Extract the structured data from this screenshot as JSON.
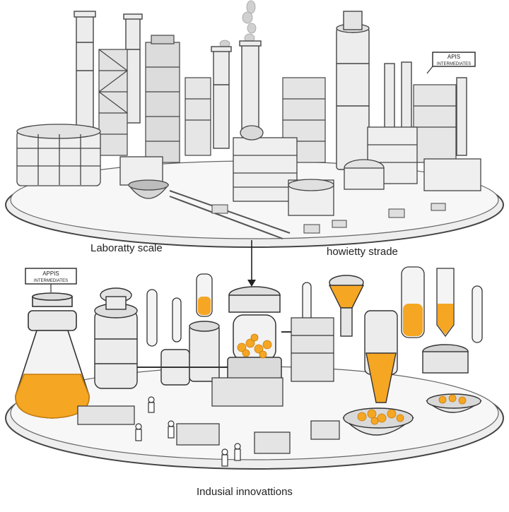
{
  "labels": {
    "top_left": "Laboratty scale",
    "top_right": "howietty strade",
    "bottom": "Indusial innovattions"
  },
  "tags": {
    "top_right_line1": "APIS",
    "top_right_line2": "INTERMEDIATES",
    "bottom_left_line1": "APPIS",
    "bottom_left_line2": "INTERMEDIATES"
  },
  "colors": {
    "ink": "#3a3a3a",
    "line": "#555555",
    "platform_fill": "#f2f2f2",
    "steel_light": "#e6e6e6",
    "steel_mid": "#cfcfcf",
    "steel_dark": "#9a9a9a",
    "liquid_orange": "#f5a623",
    "liquid_orange_light": "#f8c35a",
    "smoke": "#bdbdbd"
  }
}
